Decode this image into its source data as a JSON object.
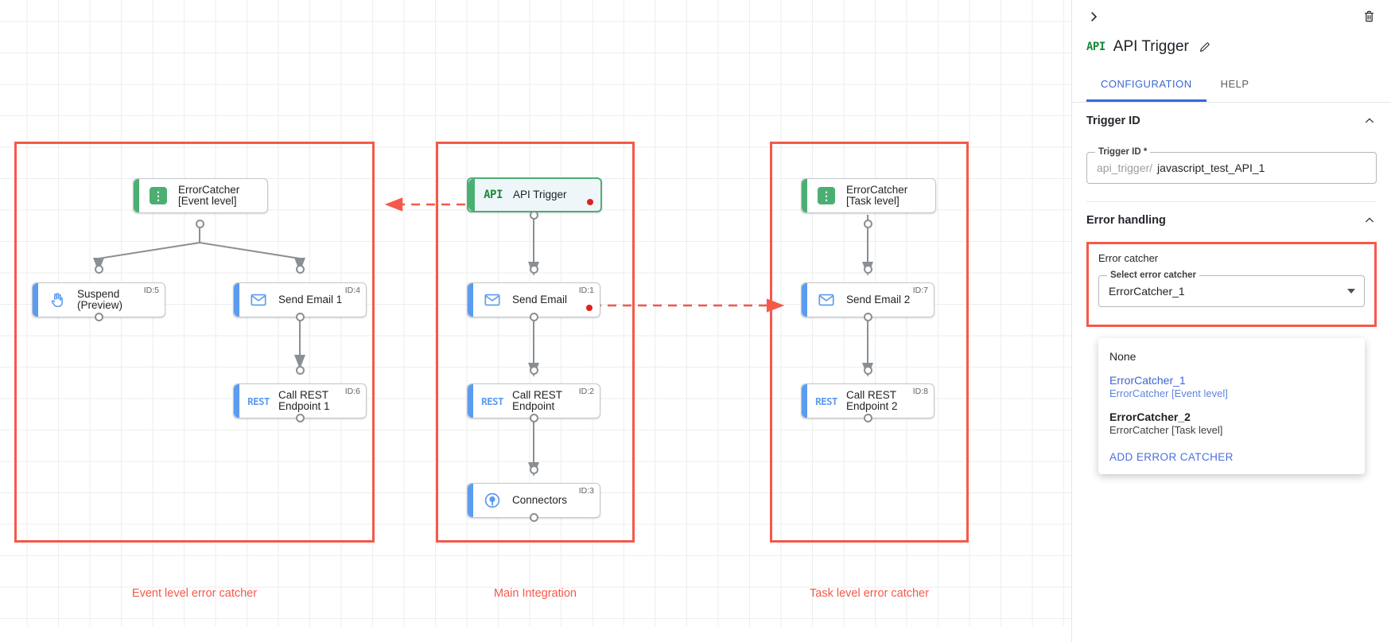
{
  "canvas": {
    "groups": [
      {
        "id": "event-level",
        "label": "Event level error catcher"
      },
      {
        "id": "main-integration",
        "label": "Main Integration"
      },
      {
        "id": "task-level",
        "label": "Task level error catcher"
      }
    ],
    "nodes": [
      {
        "key": "errorcatcher_event",
        "label": "ErrorCatcher\n[Event level]",
        "icon": "error-catcher-icon",
        "id_badge": "",
        "accent": "green"
      },
      {
        "key": "suspend",
        "label": "Suspend\n(Preview)",
        "icon": "hand-icon",
        "id_badge": "ID:5",
        "accent": "blue"
      },
      {
        "key": "send_email_1",
        "label": "Send Email 1",
        "icon": "envelope-icon",
        "id_badge": "ID:4",
        "accent": "blue"
      },
      {
        "key": "call_rest_1",
        "label": "Call REST\nEndpoint 1",
        "icon": "rest-icon",
        "id_badge": "ID:6",
        "accent": "blue"
      },
      {
        "key": "api_trigger",
        "label": "API Trigger",
        "icon": "api-icon",
        "id_badge": "",
        "accent": "green"
      },
      {
        "key": "send_email",
        "label": "Send Email",
        "icon": "envelope-icon",
        "id_badge": "ID:1",
        "accent": "blue"
      },
      {
        "key": "call_rest",
        "label": "Call REST\nEndpoint",
        "icon": "rest-icon",
        "id_badge": "ID:2",
        "accent": "blue"
      },
      {
        "key": "connectors",
        "label": "Connectors",
        "icon": "connectors-icon",
        "id_badge": "ID:3",
        "accent": "blue"
      },
      {
        "key": "errorcatcher_task",
        "label": "ErrorCatcher\n[Task level]",
        "icon": "error-catcher-icon",
        "id_badge": "",
        "accent": "green"
      },
      {
        "key": "send_email_2",
        "label": "Send Email 2",
        "icon": "envelope-icon",
        "id_badge": "ID:7",
        "accent": "blue"
      },
      {
        "key": "call_rest_2",
        "label": "Call REST\nEndpoint 2",
        "icon": "rest-icon",
        "id_badge": "ID:8",
        "accent": "blue"
      }
    ],
    "colors": {
      "group_border": "#f4594a",
      "node_accent_blue": "#5b9bf0",
      "node_accent_green": "#4caf72",
      "error_marker": "#e02020",
      "grid_line": "#eceeef"
    }
  },
  "panel": {
    "title": "API Trigger",
    "title_icon": "API",
    "collapse_icon": "chevron-right-icon",
    "delete_icon": "trash-icon",
    "edit_icon": "pencil-icon",
    "tabs": [
      {
        "key": "configuration",
        "label": "CONFIGURATION",
        "active": true
      },
      {
        "key": "help",
        "label": "HELP",
        "active": false
      }
    ],
    "trigger_id_section": {
      "heading": "Trigger ID",
      "field_legend": "Trigger ID *",
      "prefix": "api_trigger/",
      "value": "javascript_test_API_1"
    },
    "error_handling_section": {
      "heading": "Error handling",
      "error_catcher_label": "Error catcher",
      "select_legend": "Select error catcher",
      "selected_value": "ErrorCatcher_1",
      "options": [
        {
          "title": "None",
          "subtitle": "",
          "selected": false,
          "bold": false
        },
        {
          "title": "ErrorCatcher_1",
          "subtitle": "ErrorCatcher [Event level]",
          "selected": true,
          "bold": false
        },
        {
          "title": "ErrorCatcher_2",
          "subtitle": "ErrorCatcher [Task level]",
          "selected": false,
          "bold": true
        }
      ],
      "add_action_label": "ADD ERROR CATCHER"
    },
    "accent_color": "#3a67d3"
  }
}
